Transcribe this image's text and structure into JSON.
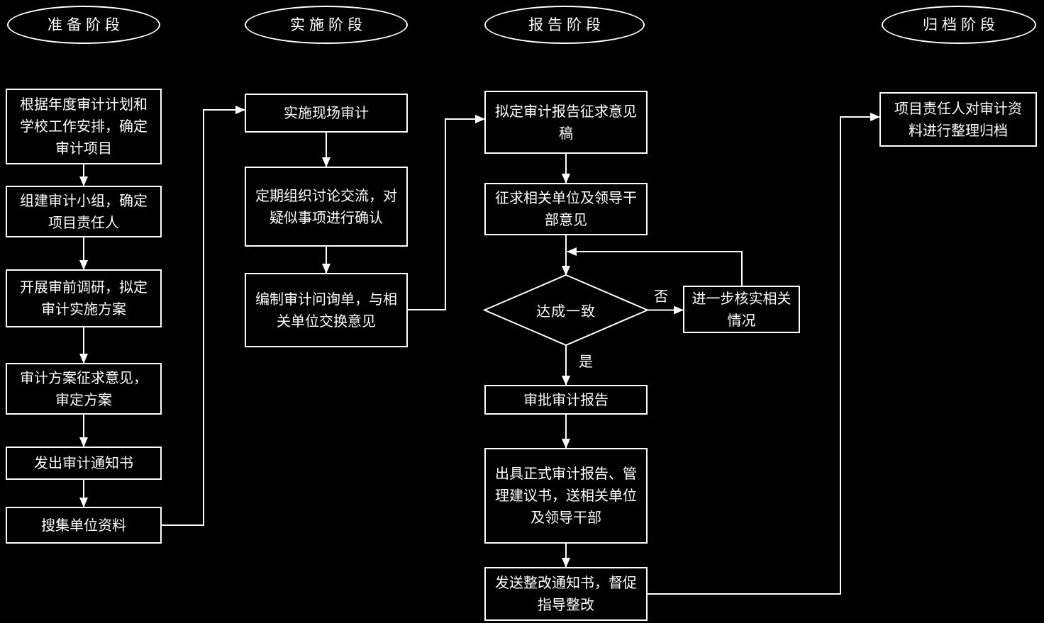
{
  "colors": {
    "background": "#000000",
    "stroke": "#ffffff",
    "text": "#ffffff"
  },
  "phases": [
    {
      "id": "preparation",
      "label": "准备阶段"
    },
    {
      "id": "implementation",
      "label": "实施阶段"
    },
    {
      "id": "reporting",
      "label": "报告阶段"
    },
    {
      "id": "archiving",
      "label": "归档阶段"
    }
  ],
  "nodes": {
    "prep_determine_project": "根据年度审计计划和学校工作安排，确定审计项目",
    "prep_form_team": "组建审计小组，确定项目责任人",
    "prep_research_plan": "开展审前调研，拟定审计实施方案",
    "prep_review_plan": "审计方案征求意见，审定方案",
    "prep_issue_notice": "发出审计通知书",
    "prep_collect_materials": "搜集单位资料",
    "impl_onsite_audit": "实施现场审计",
    "impl_discussion_confirm": "定期组织讨论交流，对疑似事项进行确认",
    "impl_inquiry_form": "编制审计问询单，与相关单位交换意见",
    "rep_draft_report": "拟定审计报告征求意见稿",
    "rep_solicit_opinions": "征求相关单位及领导干部意见",
    "rep_decision_consensus": "达成一致",
    "rep_further_verify": "进一步核实相关情况",
    "rep_approve_report": "审批审计报告",
    "rep_issue_formal_report": "出具正式审计报告、管理建议书，送相关单位及领导干部",
    "rep_rectification_notice": "发送整改通知书，督促指导整改",
    "arch_archive_materials": "项目责任人对审计资料进行整理归档"
  },
  "branch_labels": {
    "no": "否",
    "yes": "是"
  }
}
